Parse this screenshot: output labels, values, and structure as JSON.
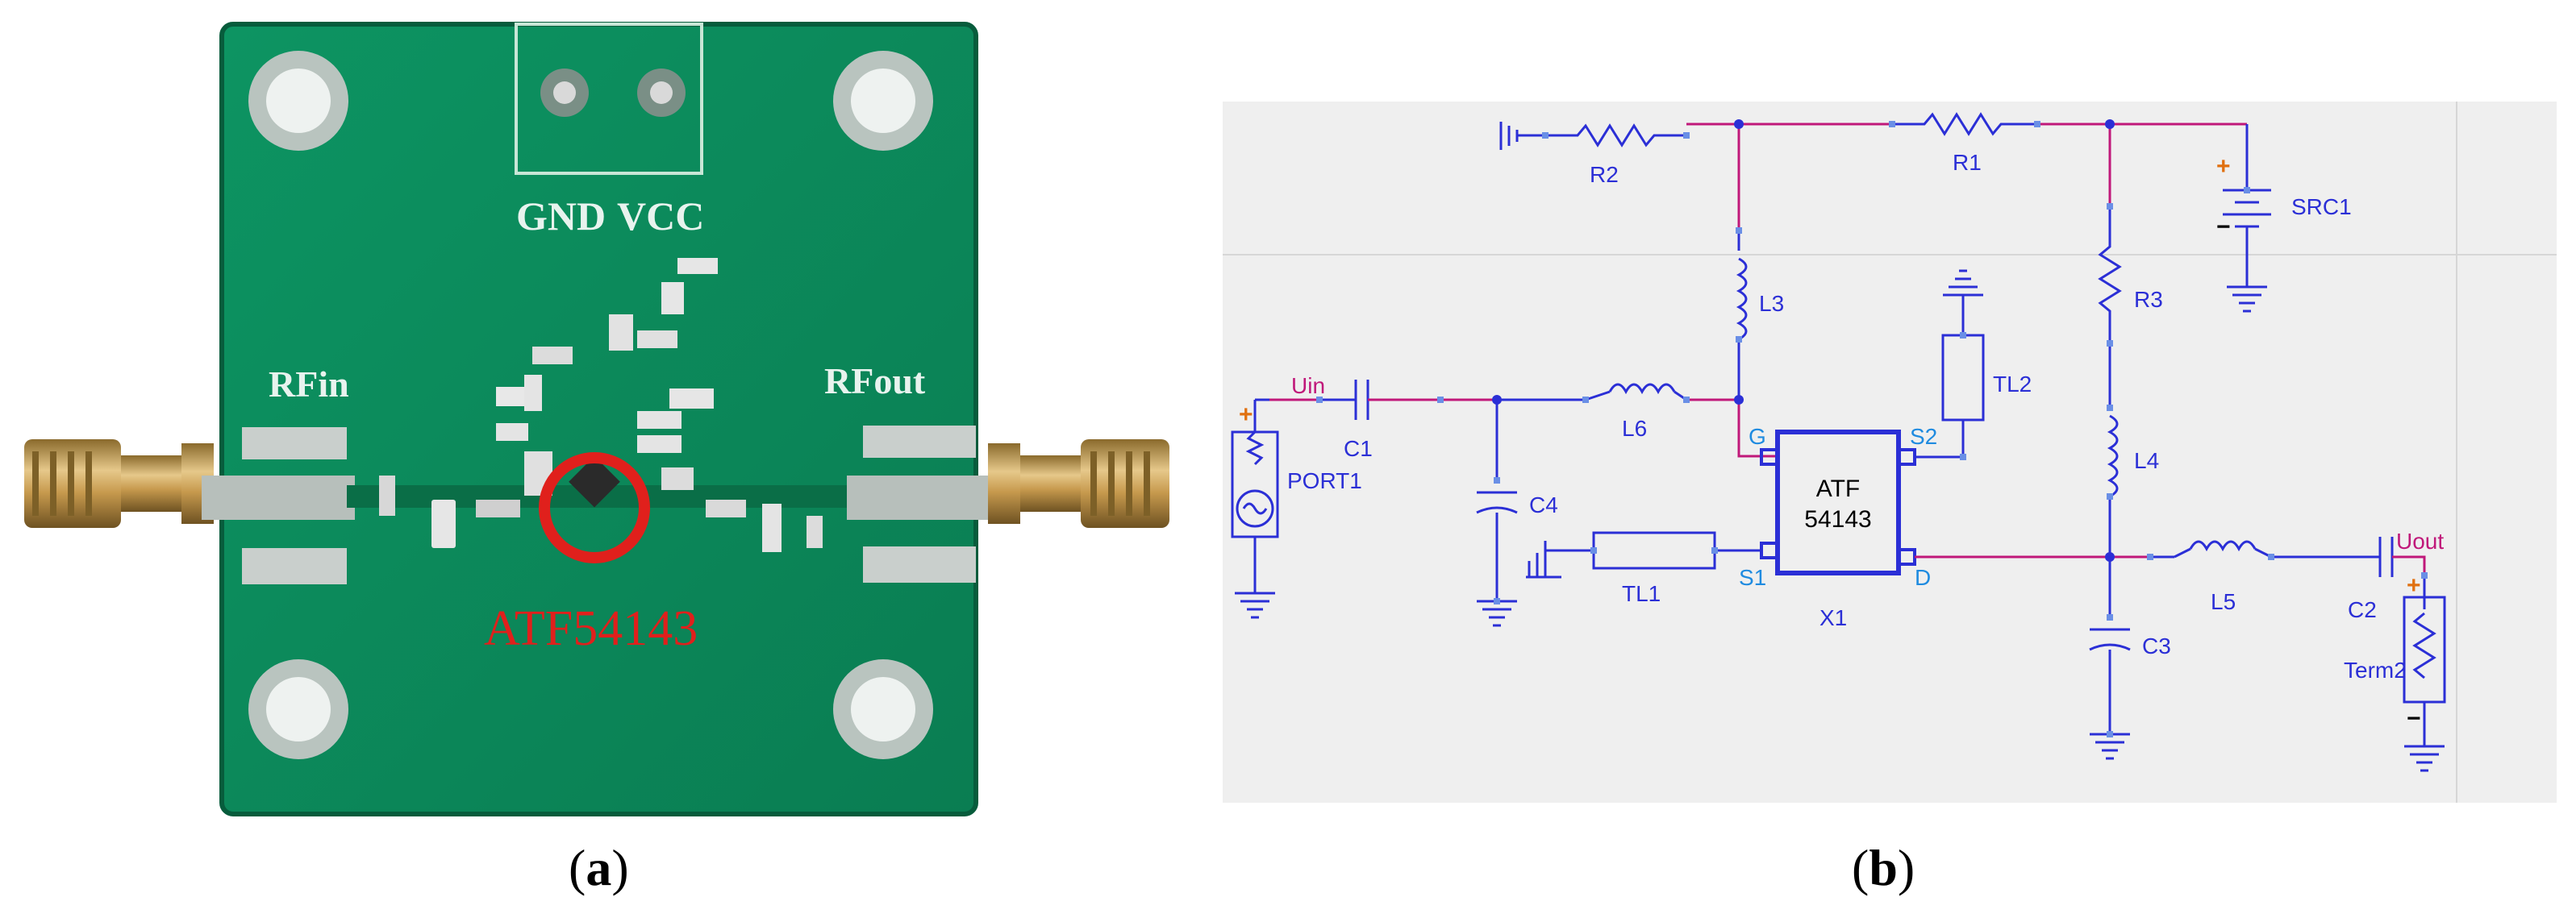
{
  "panel_a": {
    "connector_labels": {
      "gnd": "GND",
      "vcc": "VCC"
    },
    "port_labels": {
      "rf_in": "RFin",
      "rf_out": "RFout"
    },
    "chip_label": "ATF54143",
    "caption": "a",
    "colors": {
      "board": "#0b8a5a",
      "highlight": "#e0201c",
      "silk": "#e8f3ee"
    }
  },
  "panel_b": {
    "caption": "b",
    "labels": {
      "r2": "R2",
      "r1": "R1",
      "r3": "R3",
      "src1": "SRC1",
      "l3": "L3",
      "l4": "L4",
      "l5": "L5",
      "l6": "L6",
      "tl1": "TL1",
      "tl2": "TL2",
      "c1": "C1",
      "c2": "C2",
      "c3": "C3",
      "c4": "C4",
      "port1": "PORT1",
      "term2": "Term2",
      "x1": "X1",
      "uin": "Uin",
      "uout": "Uout",
      "pin_g": "G",
      "pin_s1": "S1",
      "pin_s2": "S2",
      "pin_d": "D",
      "chip_line1": "ATF",
      "chip_line2": "54143",
      "plus_src": "+",
      "minus_src": "−",
      "plus_port": "+",
      "plus_term": "+",
      "minus_term": "−"
    },
    "colors": {
      "wire": "#2b2fd6",
      "net": "#c0187a",
      "pin": "#1f8be0",
      "plus": "#e07010",
      "bg": "#f0f0f0"
    }
  }
}
